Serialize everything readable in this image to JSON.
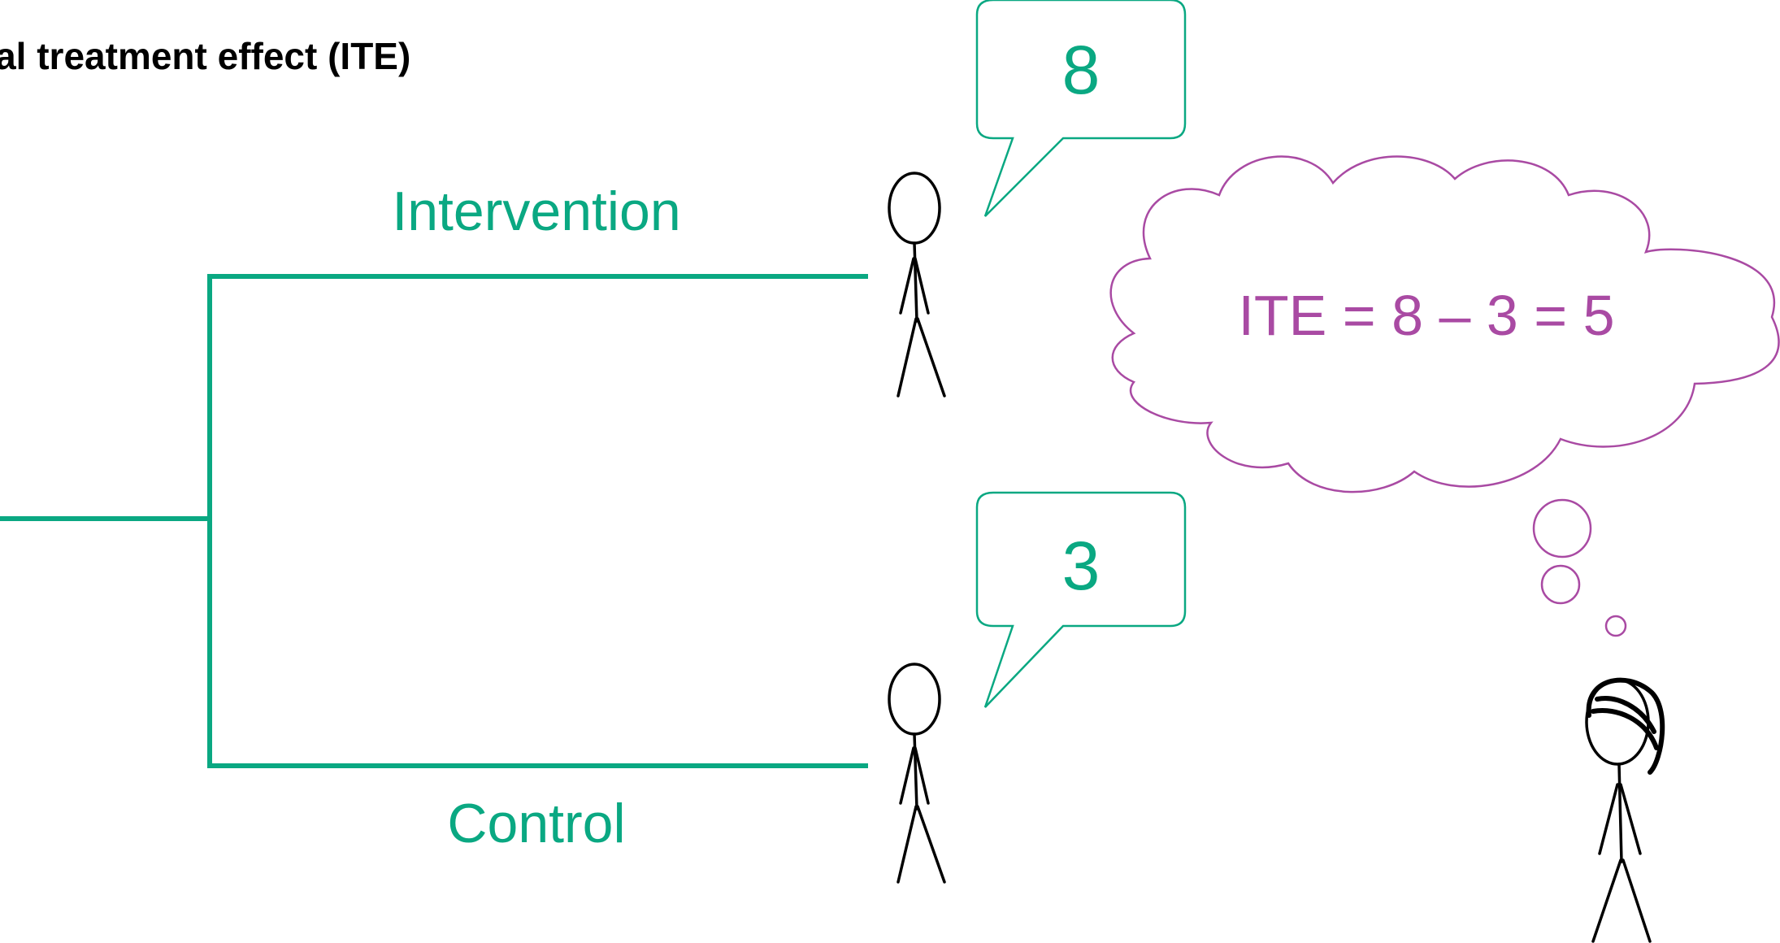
{
  "title": "ual treatment effect (ITE)",
  "branches": {
    "intervention_label": "Intervention",
    "control_label": "Control"
  },
  "speech": {
    "intervention_value": "8",
    "control_value": "3"
  },
  "thought": {
    "text": "ITE = 8 – 3 = 5"
  },
  "colors": {
    "green": "#0aa882",
    "magenta": "#a94aa3",
    "ink": "#000000"
  }
}
